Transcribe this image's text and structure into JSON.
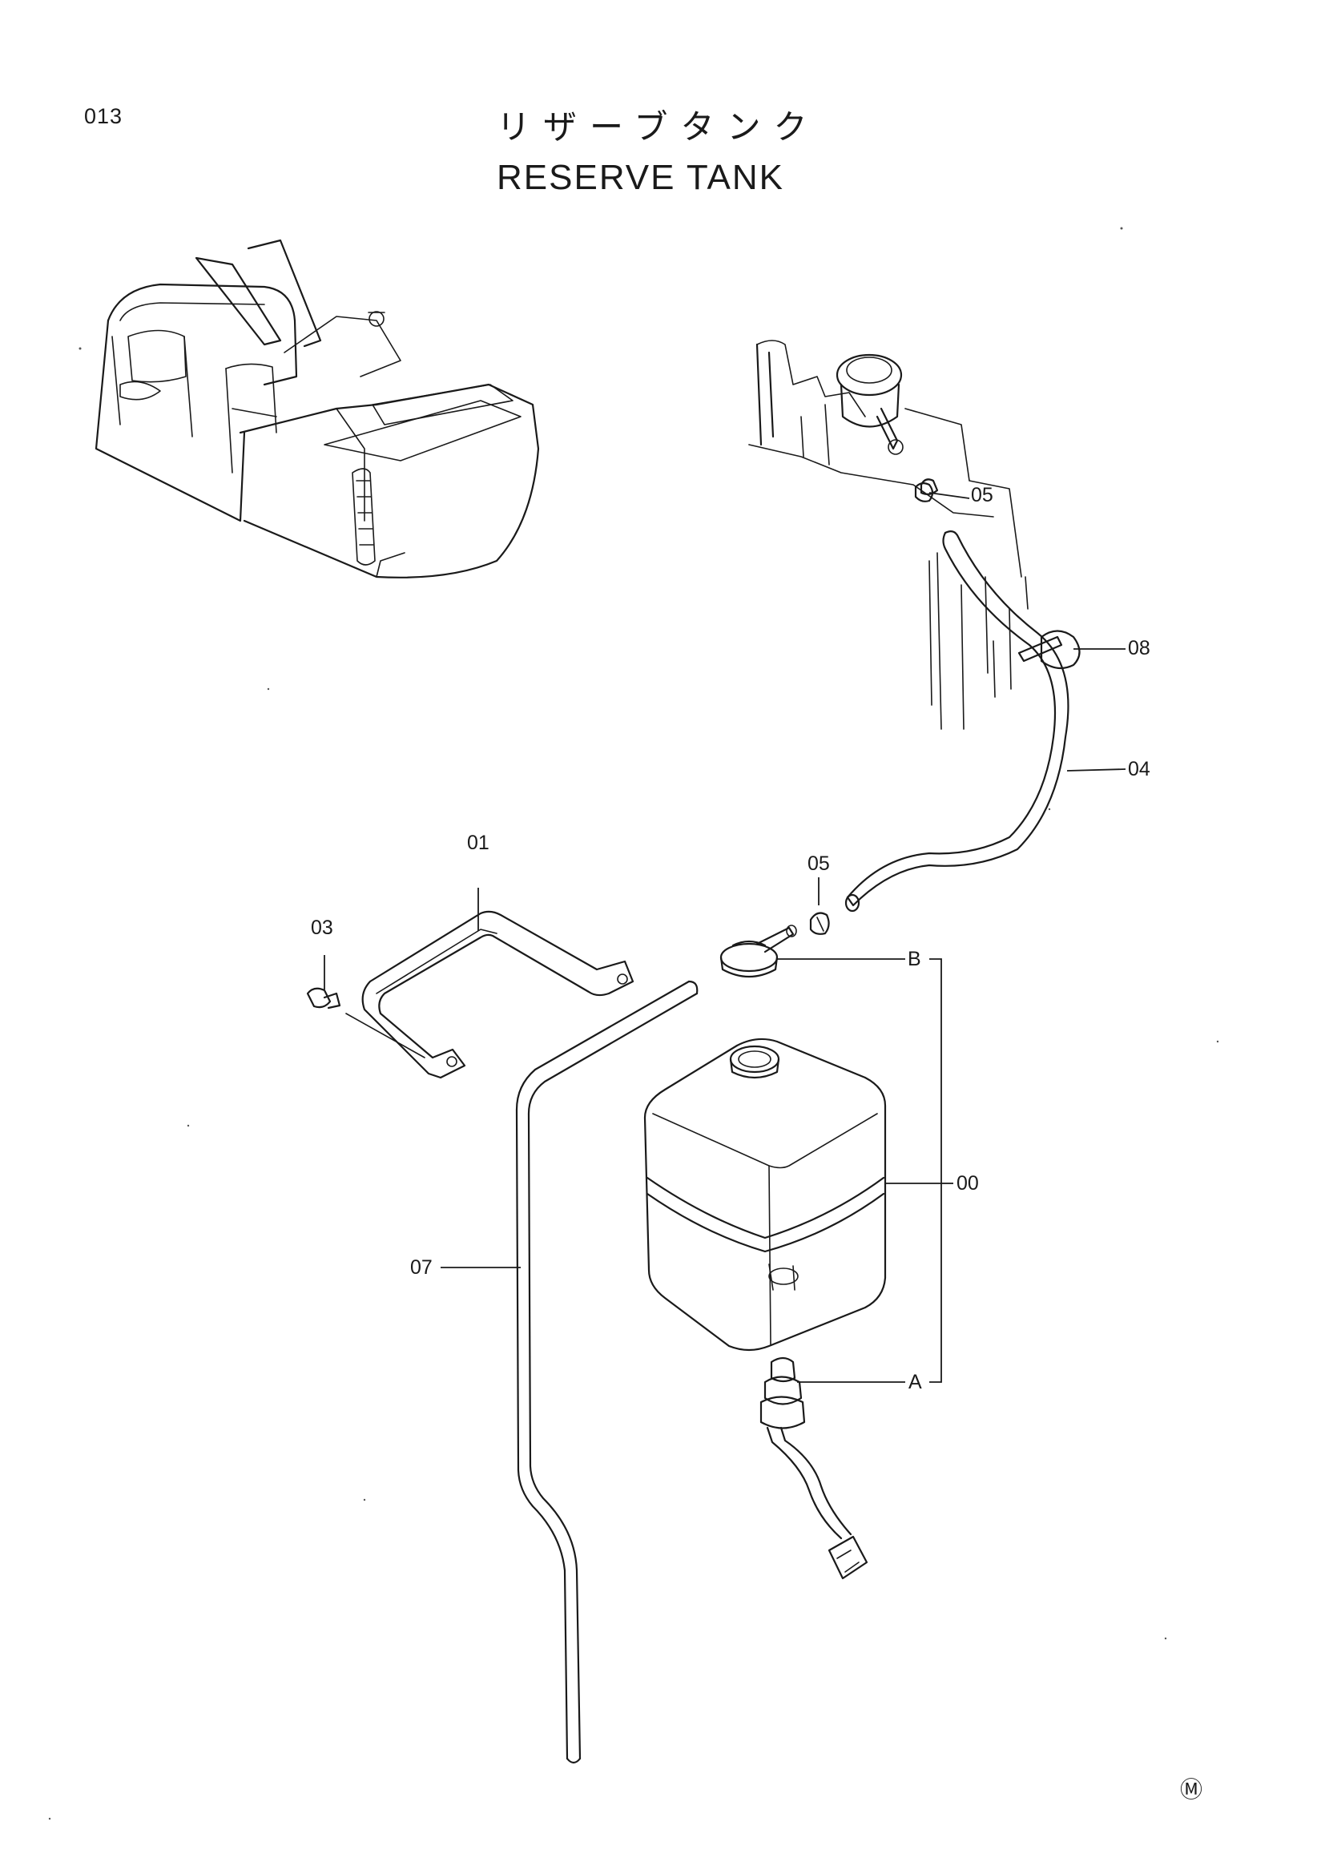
{
  "header": {
    "page_number": "013",
    "title_japanese": "リザーブタンク",
    "title_english": "RESERVE TANK"
  },
  "callouts": {
    "part_00": "00",
    "part_01": "01",
    "part_03": "03",
    "part_04": "04",
    "part_05_upper": "05",
    "part_05_lower": "05",
    "part_07": "07",
    "part_08": "08",
    "ref_a": "A",
    "ref_b": "B"
  },
  "footer": {
    "mark": "Ⓜ"
  }
}
